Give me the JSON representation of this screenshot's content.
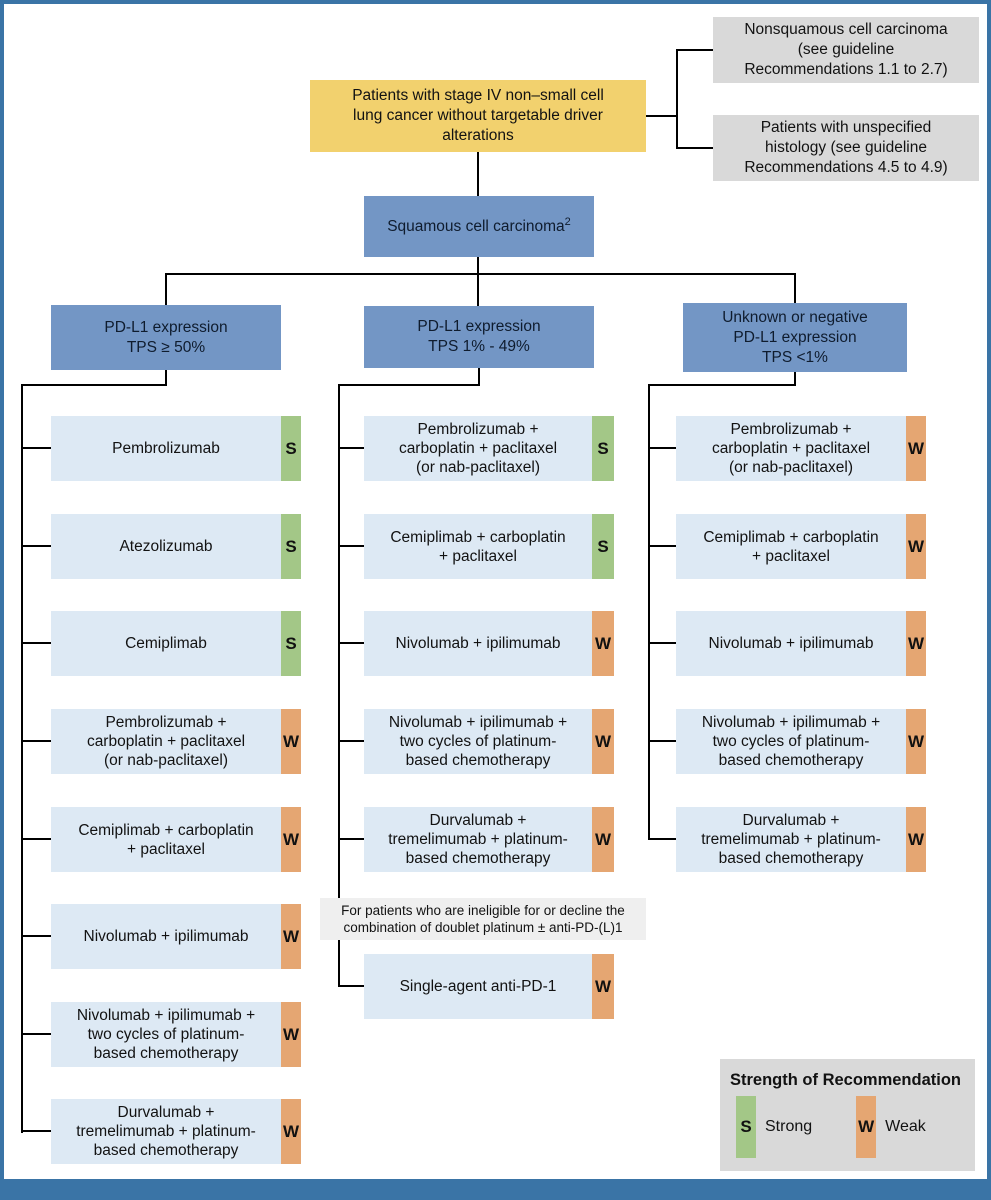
{
  "figure": {
    "root": {
      "label": "Patients with stage IV non–small cell\nlung cancer without targetable driver\nalterations"
    },
    "branches": [
      {
        "label": "Nonsquamous cell carcinoma\n(see guideline\nRecommendations 1.1 to 2.7)"
      },
      {
        "label": "Patients with unspecified\nhistology (see guideline\nRecommendations 4.5 to 4.9)"
      }
    ],
    "histology": {
      "label": "Squamous cell carcinoma",
      "footnote": "2"
    },
    "columns": [
      {
        "header": "PD-L1 expression\nTPS ≥ 50%",
        "treatments": [
          {
            "label": "Pembrolizumab",
            "strength": "S"
          },
          {
            "label": "Atezolizumab",
            "strength": "S"
          },
          {
            "label": "Cemiplimab",
            "strength": "S"
          },
          {
            "label": "Pembrolizumab +\ncarboplatin + paclitaxel\n(or nab-paclitaxel)",
            "strength": "W"
          },
          {
            "label": "Cemiplimab + carboplatin\n+ paclitaxel",
            "strength": "W"
          },
          {
            "label": "Nivolumab + ipilimumab",
            "strength": "W"
          },
          {
            "label": "Nivolumab + ipilimumab +\ntwo cycles of platinum-\nbased chemotherapy",
            "strength": "W"
          },
          {
            "label": "Durvalumab +\ntremelimumab + platinum-\nbased chemotherapy",
            "strength": "W"
          }
        ]
      },
      {
        "header": "PD-L1 expression\nTPS 1% - 49%",
        "note": "For patients who are ineligible for or decline the\ncombination of doublet platinum ± anti-PD-(L)1",
        "treatments": [
          {
            "label": "Pembrolizumab +\ncarboplatin + paclitaxel\n(or nab-paclitaxel)",
            "strength": "S"
          },
          {
            "label": "Cemiplimab + carboplatin\n+ paclitaxel",
            "strength": "S"
          },
          {
            "label": "Nivolumab + ipilimumab",
            "strength": "W"
          },
          {
            "label": "Nivolumab + ipilimumab +\ntwo cycles of platinum-\nbased chemotherapy",
            "strength": "W"
          },
          {
            "label": "Durvalumab +\ntremelimumab + platinum-\nbased chemotherapy",
            "strength": "W"
          },
          {
            "label": "Single-agent anti-PD-1",
            "strength": "W"
          }
        ]
      },
      {
        "header": "Unknown or negative\nPD-L1 expression\nTPS <1%",
        "treatments": [
          {
            "label": "Pembrolizumab +\ncarboplatin + paclitaxel\n(or nab-paclitaxel)",
            "strength": "W"
          },
          {
            "label": "Cemiplimab + carboplatin\n+ paclitaxel",
            "strength": "W"
          },
          {
            "label": "Nivolumab + ipilimumab",
            "strength": "W"
          },
          {
            "label": "Nivolumab + ipilimumab +\ntwo cycles of platinum-\nbased chemotherapy",
            "strength": "W"
          },
          {
            "label": "Durvalumab +\ntremelimumab + platinum-\nbased chemotherapy",
            "strength": "W"
          }
        ]
      }
    ],
    "legend": {
      "title": "Strength of Recommendation",
      "items": [
        {
          "code": "S",
          "label": "Strong"
        },
        {
          "code": "W",
          "label": "Weak"
        }
      ]
    },
    "colors": {
      "root_fill": "#f2d16e",
      "branch_fill": "#d9d9d9",
      "node_fill": "#7396c5",
      "treatment_fill": "#dde9f4",
      "strong_fill": "#a3c787",
      "weak_fill": "#e5a672",
      "frame": "#3a74a6"
    }
  }
}
